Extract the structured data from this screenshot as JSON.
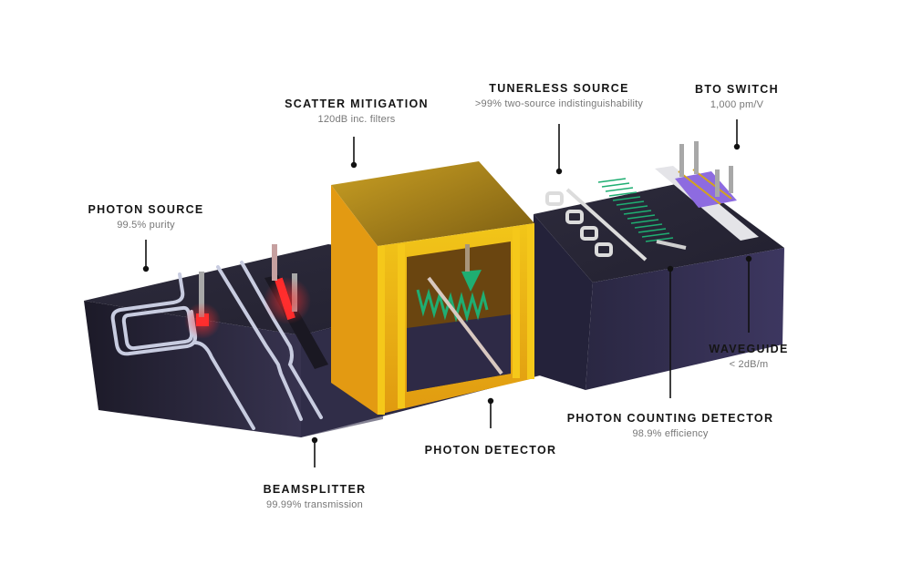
{
  "diagram": {
    "type": "annotated-3d-illustration",
    "subject": "integrated photonic chip components",
    "colors": {
      "chip_top": "#2a2838",
      "chip_side": "#2f2c48",
      "waveguide": "#c8cce0",
      "gold": "#e6b512",
      "heater_red": "#ff2a2a",
      "detector_green": "#1fae72",
      "bto_purple": "#8d6be0",
      "leader": "#111111"
    },
    "labels": [
      {
        "id": "photon-source",
        "title": "PHOTON SOURCE",
        "detail": "99.5% purity"
      },
      {
        "id": "scatter-mitigation",
        "title": "SCATTER MITIGATION",
        "detail": "120dB inc. filters"
      },
      {
        "id": "tunerless-source",
        "title": "TUNERLESS SOURCE",
        "detail": ">99% two-source indistinguishability"
      },
      {
        "id": "bto-switch",
        "title": "BTO SWITCH",
        "detail": "1,000 pm/V"
      },
      {
        "id": "waveguide",
        "title": "WAVEGUIDE",
        "detail": "< 2dB/m"
      },
      {
        "id": "photon-counting-detector",
        "title": "PHOTON COUNTING DETECTOR",
        "detail": "98.9% efficiency"
      },
      {
        "id": "photon-detector",
        "title": "PHOTON DETECTOR",
        "detail": ""
      },
      {
        "id": "beamsplitter",
        "title": "BEAMSPLITTER",
        "detail": "99.99% transmission"
      }
    ]
  }
}
